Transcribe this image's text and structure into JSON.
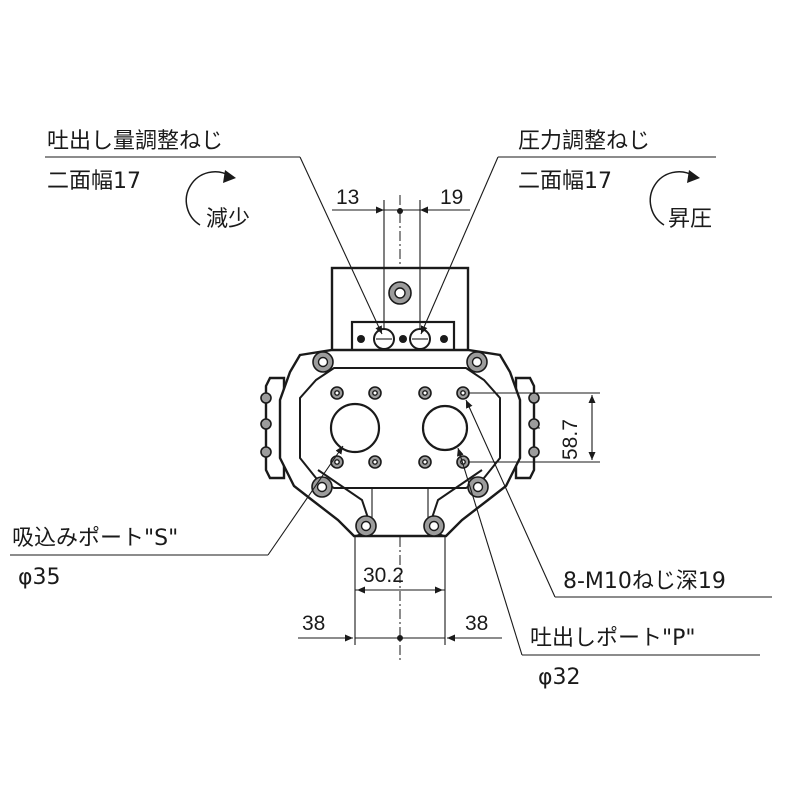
{
  "labels": {
    "discharge_adjust_screw": "吐出し量調整ねじ",
    "discharge_adjust_across_flats": "二面幅17",
    "decrease": "減少",
    "pressure_adjust_screw": "圧力調整ねじ",
    "pressure_adjust_across_flats": "二面幅17",
    "increase": "昇圧",
    "suction_port": "吸込みポート\"S\"",
    "suction_port_dia": "φ35",
    "bolt_spec": "8-M10ねじ深19",
    "discharge_port": "吐出しポート\"P\"",
    "discharge_port_dia": "φ32"
  },
  "dimensions": {
    "top_left_offset": "13",
    "top_right_offset": "19",
    "vertical_pitch": "58.7",
    "port_spacing": "30.2",
    "bottom_left_offset": "38",
    "bottom_right_offset": "38"
  },
  "colors": {
    "line": "#1a1a1a",
    "bolt_fill": "#9c9c9c",
    "background": "#ffffff"
  }
}
